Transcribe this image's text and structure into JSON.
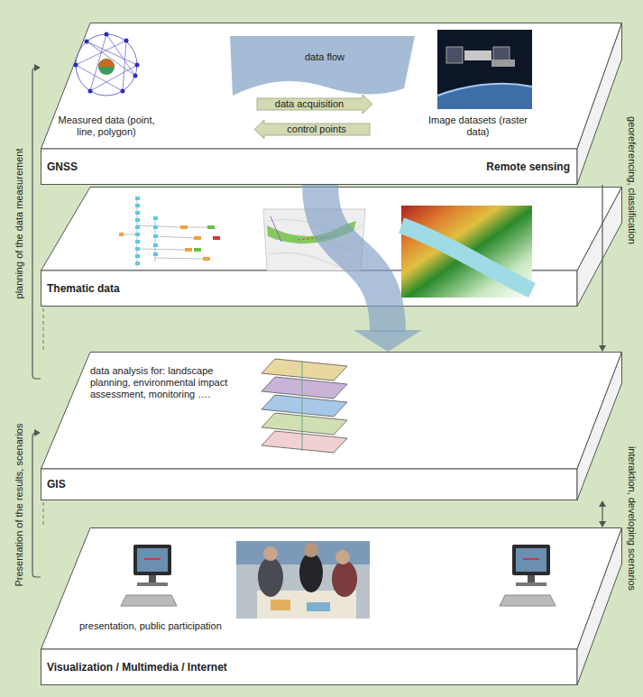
{
  "diagram": {
    "nodes": [
      {
        "text": [
          "Measured data (point, line, polygon)",
          "Image datasets (raster data)",
          "GNSS",
          "Remote sensing"
        ]
      },
      {
        "text": [
          "Thematic data"
        ]
      },
      {
        "text": [
          "data analysis for: landscape planning, environmental impact assessment, monitoring ….",
          "GIS"
        ]
      },
      {
        "text": [
          "presentation, public participation",
          "Visualization / Multimedia / Internet"
        ]
      }
    ],
    "edges": [
      {
        "from": 0,
        "to": 2,
        "arrow": "to",
        "label": "data flow"
      },
      {
        "from": 2,
        "to": 0,
        "arrow": "to",
        "label": "planning of the data measurement"
      },
      {
        "from": 0,
        "to": 2,
        "arrow": "to",
        "label": "georeferencing, classification"
      },
      {
        "from": 3,
        "to": 2,
        "arrow": "to",
        "label": "Presentation of the results, scenarios"
      },
      {
        "from": 2,
        "to": 3,
        "arrow": "both",
        "label": "interaktion, developing scenarios"
      }
    ],
    "labels": [
      "data acquisition",
      "control points"
    ]
  }
}
